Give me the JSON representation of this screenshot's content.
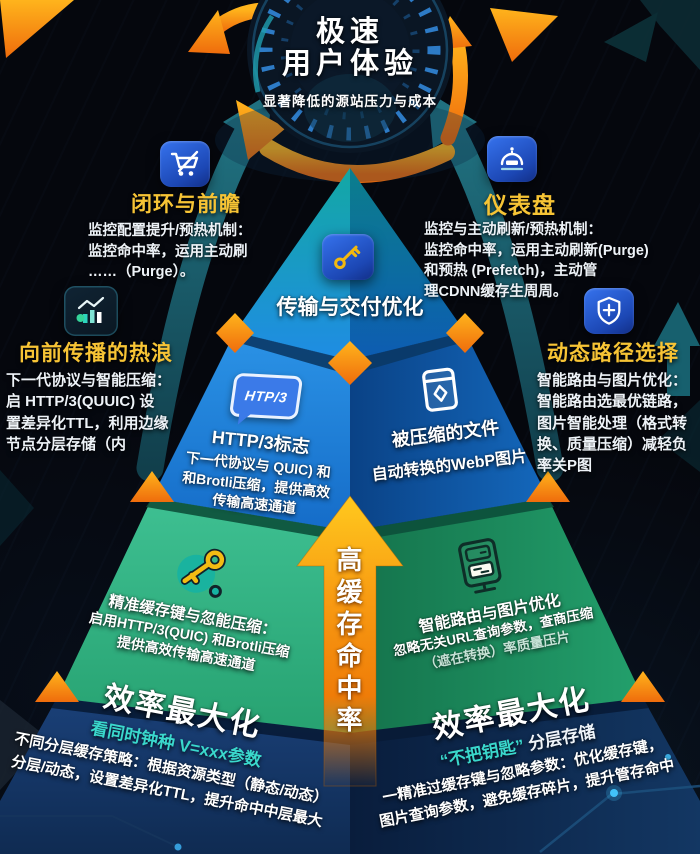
{
  "colors": {
    "background": "#05070d",
    "gold_title": "#f7c435",
    "teal_accent": "#3ad8cc",
    "orange_arrow": "#f6921e",
    "pyramid_blue": "#1d7fd8",
    "pyramid_green": "#2aa876",
    "base_navy": "#13335f"
  },
  "gauge": {
    "icon": "speedometer-gauge",
    "title_line1": "极速",
    "title_line2": "用户体验",
    "subtitle": "显著降低的源站压力与成本"
  },
  "callouts": {
    "closed_loop": {
      "icon": "no-cart-icon",
      "title": "闭环与前瞻",
      "lines": [
        "监控配置提升/预热机制：",
        "监控命中率，运用主动刷",
        "……（Purge）。"
      ]
    },
    "dashboard": {
      "icon": "robot-icon",
      "title": "仪表盘",
      "lines": [
        "监控与主动刷新/预热机制：",
        "监控命中率，运用主动刷新(Purge)",
        "和预热 (Prefetch)，主动管",
        "理CDNN缓存生周周。"
      ]
    },
    "heatwave": {
      "icon": "chart-icon",
      "title": "向前传播的热浪",
      "lines": [
        "下一代协议与智能压缩：",
        "启 HTTP/3(QUUIC) 设",
        "置差异化TTL，利用边缘",
        "节点分层存储（内"
      ]
    },
    "dynamic_path": {
      "icon": "shield-plus-icon",
      "title": "动态路径选择",
      "lines": [
        "智能路由与图片优化：",
        "智能路由选最优链路，",
        "图片智能处理（格式转",
        "换、质量压缩）减轻负",
        "率关P图"
      ]
    }
  },
  "pyramid": {
    "level1": {
      "icon": "key-icon",
      "label": "传输与交付优化"
    },
    "level2_left": {
      "icon": "http3-badge-icon",
      "badge_text": "HTP/3",
      "title": "HTTP/3标志",
      "lines": [
        "下一代协议与 QUIC) 和",
        "和Brotli压缩，提供高效",
        "传输高速通道"
      ]
    },
    "level2_right": {
      "icon": "compressed-file-icon",
      "title": "被压缩的文件",
      "lines": [
        "自动转换的WebP图片"
      ]
    },
    "level3_left": {
      "icon": "cache-key-icon",
      "lines": [
        "精准缓存键与忽能压缩：",
        "启用HTTP/3(QUIC) 和Brotli压缩",
        "提供高效传输高速通道"
      ]
    },
    "level3_right": {
      "icon": "server-icon",
      "lines": [
        "智能路由与图片优化",
        "忽略无关URL查询参数，查商压缩",
        "（遮在转换）率质量压片"
      ]
    },
    "center_arrow": {
      "label": "高缓存命中率"
    }
  },
  "base": {
    "left": {
      "title": "效率最大化",
      "subtitle": "看同时钟种 V=xxx参数",
      "lines": [
        "不同分层缓存策略：根据资源类型（静态/动态）",
        "分层/动态，设置差异化TTL，提升命中中层最大"
      ]
    },
    "right": {
      "title": "效率最大化",
      "subtitle_accent": "“不把钥匙”",
      "subtitle_rest": " 分层存储",
      "lines": [
        "一精准过缓存键与忽略参数：优化缓存键，",
        "图片查询参数，避免缓存碎片，提升管存命中"
      ]
    }
  }
}
